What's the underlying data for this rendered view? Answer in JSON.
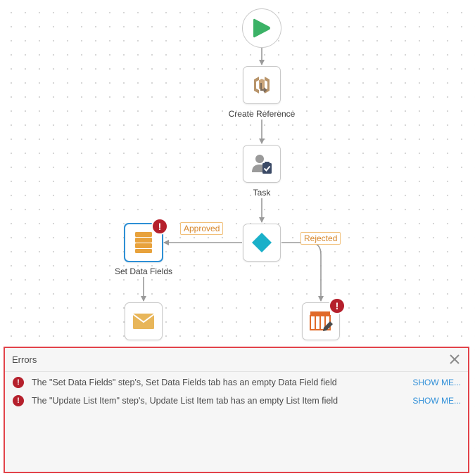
{
  "workflow": {
    "nodes": {
      "start": {
        "icon": "play-icon"
      },
      "create_reference": {
        "label": "Create Reference",
        "icon": "create-reference-icon"
      },
      "task": {
        "label": "Task",
        "icon": "task-user-icon"
      },
      "decision": {
        "icon": "diamond-icon"
      },
      "set_data_fields": {
        "label": "Set Data Fields",
        "icon": "database-stack-icon",
        "has_error": true
      },
      "send_email": {
        "icon": "envelope-icon"
      },
      "update_list_item": {
        "icon": "list-edit-icon",
        "has_error": true
      }
    },
    "branches": {
      "approved": "Approved",
      "rejected": "Rejected"
    },
    "error_badge_symbol": "!"
  },
  "errors_panel": {
    "title": "Errors",
    "items": [
      {
        "message": "The \"Set Data Fields\" step's, Set Data Fields tab has an empty Data Field field",
        "action": "SHOW ME..."
      },
      {
        "message": "The \"Update List Item\" step's, Update List Item tab has an empty List Item field",
        "action": "SHOW ME..."
      }
    ]
  },
  "colors": {
    "play": "#3bb266",
    "decision": "#1ab0c9",
    "db_stack": "#e8a23c",
    "envelope": "#e8b65a",
    "list_header": "#e06a2a",
    "error": "#b5202c",
    "branch_tag": "#d6862a",
    "link": "#2f8fd8",
    "panel_border": "#e2434a",
    "selected_border": "#2d8fd5"
  }
}
